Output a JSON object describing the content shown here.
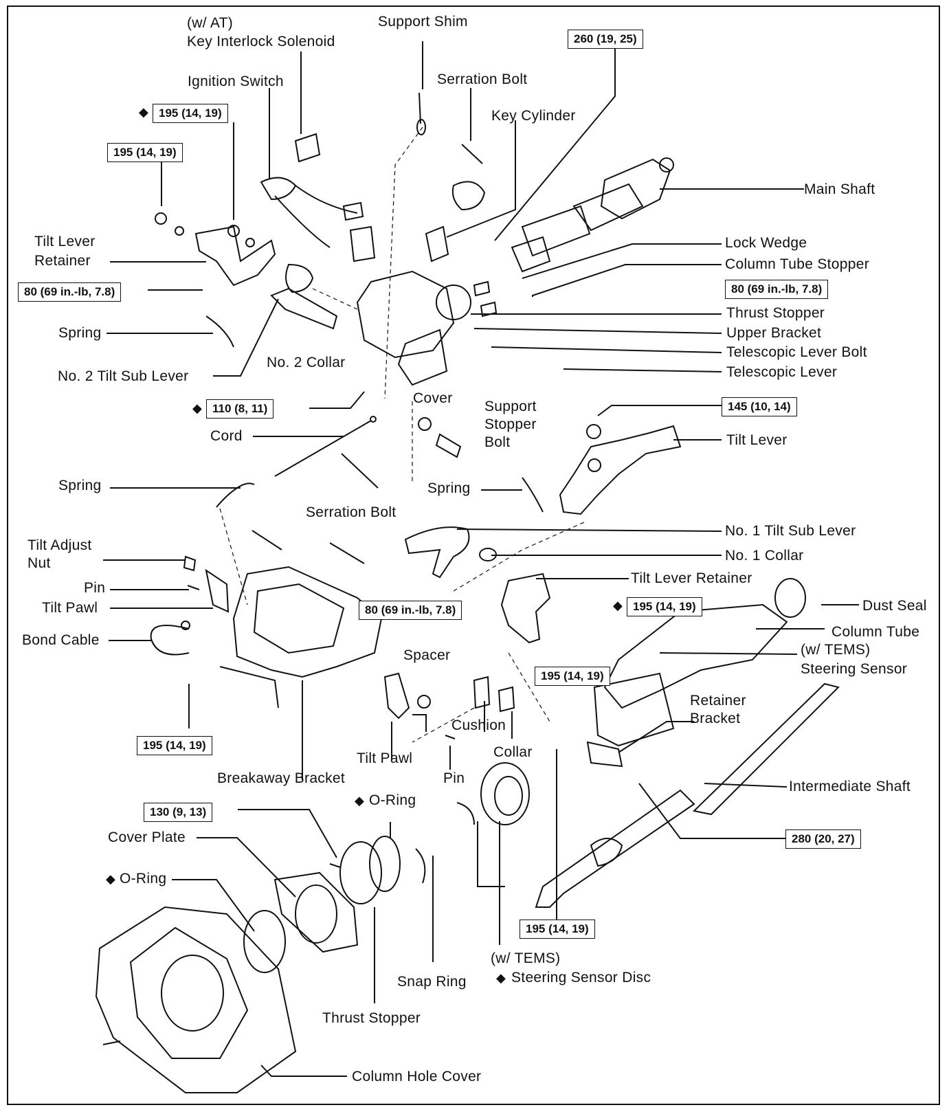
{
  "labels": {
    "w_at": "(w/ AT)",
    "key_interlock_solenoid": "Key Interlock Solenoid",
    "support_shim": "Support Shim",
    "serration_bolt_top": "Serration Bolt",
    "ignition_switch": "Ignition Switch",
    "key_cylinder": "Key Cylinder",
    "main_shaft": "Main Shaft",
    "tilt_lever_retainer_left_1": "Tilt Lever",
    "tilt_lever_retainer_left_2": "Retainer",
    "lock_wedge": "Lock Wedge",
    "column_tube_stopper": "Column Tube Stopper",
    "thrust_stopper_top": "Thrust Stopper",
    "upper_bracket": "Upper Bracket",
    "telescopic_lever_bolt": "Telescopic Lever Bolt",
    "telescopic_lever": "Telescopic Lever",
    "spring_upper": "Spring",
    "no2_collar": "No. 2 Collar",
    "no2_tilt_sub_lever": "No. 2 Tilt Sub Lever",
    "cover": "Cover",
    "support_stopper_bolt_1": "Support",
    "support_stopper_bolt_2": "Stopper",
    "support_stopper_bolt_3": "Bolt",
    "cord": "Cord",
    "tilt_lever": "Tilt Lever",
    "spring_mid_left": "Spring",
    "spring_mid_right": "Spring",
    "serration_bolt_mid": "Serration Bolt",
    "no1_tilt_sub_lever": "No. 1 Tilt Sub Lever",
    "no1_collar": "No. 1 Collar",
    "tilt_adjust_nut_1": "Tilt Adjust",
    "tilt_adjust_nut_2": "Nut",
    "pin_left": "Pin",
    "tilt_pawl_left": "Tilt Pawl",
    "tilt_lever_retainer_right": "Tilt Lever Retainer",
    "dust_seal": "Dust Seal",
    "column_tube": "Column Tube",
    "bond_cable": "Bond Cable",
    "spacer": "Spacer",
    "w_tems_1": "(w/ TEMS)",
    "steering_sensor": "Steering Sensor",
    "retainer_bracket_1": "Retainer",
    "retainer_bracket_2": "Bracket",
    "cushion": "Cushion",
    "collar": "Collar",
    "tilt_pawl_bottom": "Tilt Pawl",
    "pin_bottom": "Pin",
    "breakaway_bracket": "Breakaway Bracket",
    "intermediate_shaft": "Intermediate Shaft",
    "o_ring_top": "O-Ring",
    "cover_plate": "Cover Plate",
    "o_ring_left": "O-Ring",
    "snap_ring": "Snap Ring",
    "w_tems_2": "(w/ TEMS)",
    "steering_sensor_disc": "Steering Sensor Disc",
    "thrust_stopper_bottom": "Thrust Stopper",
    "column_hole_cover": "Column Hole Cover"
  },
  "torque_specs": {
    "t_260": "260 (19, 25)",
    "t_195_a": "195 (14, 19)",
    "t_195_b": "195 (14, 19)",
    "t_80_a": "80 (69 in.-lb, 7.8)",
    "t_80_b": "80 (69 in.-lb, 7.8)",
    "t_110": "110 (8, 11)",
    "t_145": "145 (10, 14)",
    "t_80_c": "80 (69 in.-lb, 7.8)",
    "t_195_c": "195 (14, 19)",
    "t_195_d": "195 (14, 19)",
    "t_195_e": "195 (14, 19)",
    "t_130": "130 (9, 13)",
    "t_280": "280 (20, 27)",
    "t_195_f": "195 (14, 19)"
  },
  "diamond": "◆"
}
